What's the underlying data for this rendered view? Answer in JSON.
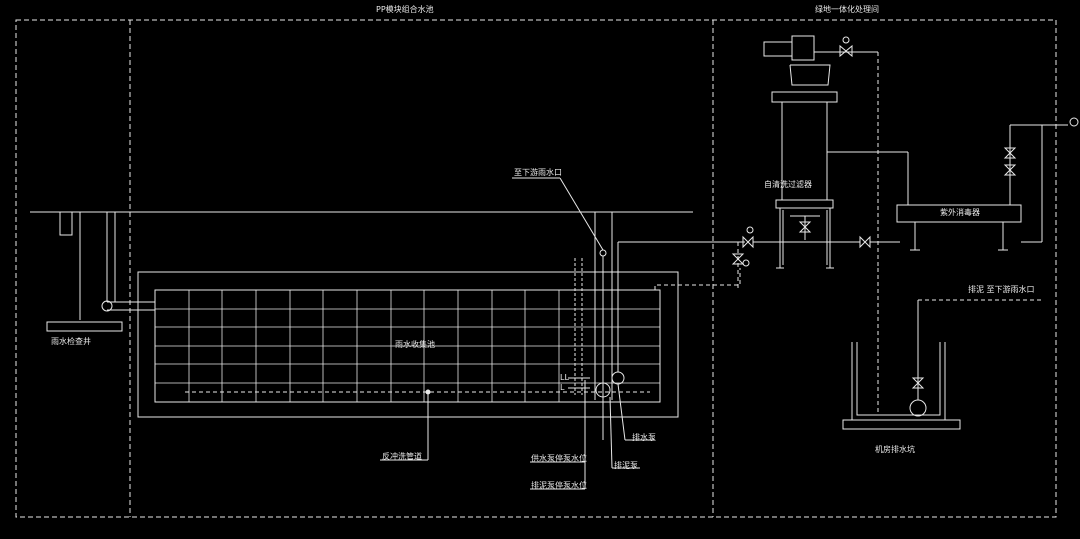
{
  "labels": {
    "pp_module": "PP模块组合水池",
    "green_room": "绿地一体化处理间",
    "to_rain_inlet": "至下游雨水口",
    "self_clean_filter": "自清洗过滤器",
    "uv_sterilizer": "紫外消毒器",
    "inspection_well": "雨水检查井",
    "rain_tank": "雨水收集池",
    "backflush_pipe": "反冲洗管道",
    "supply_pump_stop": "供水泵停泵水位",
    "sludge_pump_stop": "排泥泵停泵水位",
    "sludge_pump": "排泥泵",
    "drain_pump": "排水泵",
    "sludge_to_inlet": "排泥  至下游雨水口",
    "machine_pit": "机房排水坑",
    "ll": "LL",
    "l": "L"
  },
  "colors": {
    "background": "#000000",
    "line": "#e8e8e8"
  }
}
